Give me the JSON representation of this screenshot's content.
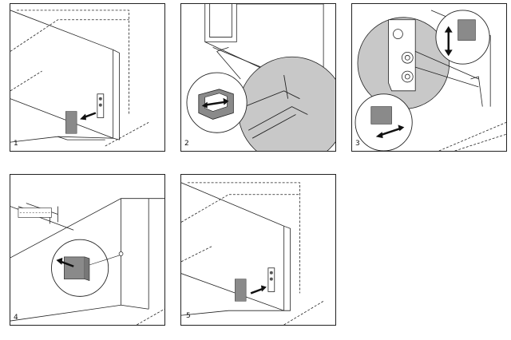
{
  "steps": [
    {
      "label": "1"
    },
    {
      "label": "2"
    },
    {
      "label": "3"
    },
    {
      "label": "4"
    },
    {
      "label": "5"
    }
  ],
  "colors": {
    "line": "#222222",
    "magnifier": "#c8c8c8",
    "clip": "#8a8a8a",
    "background": "#ffffff"
  }
}
